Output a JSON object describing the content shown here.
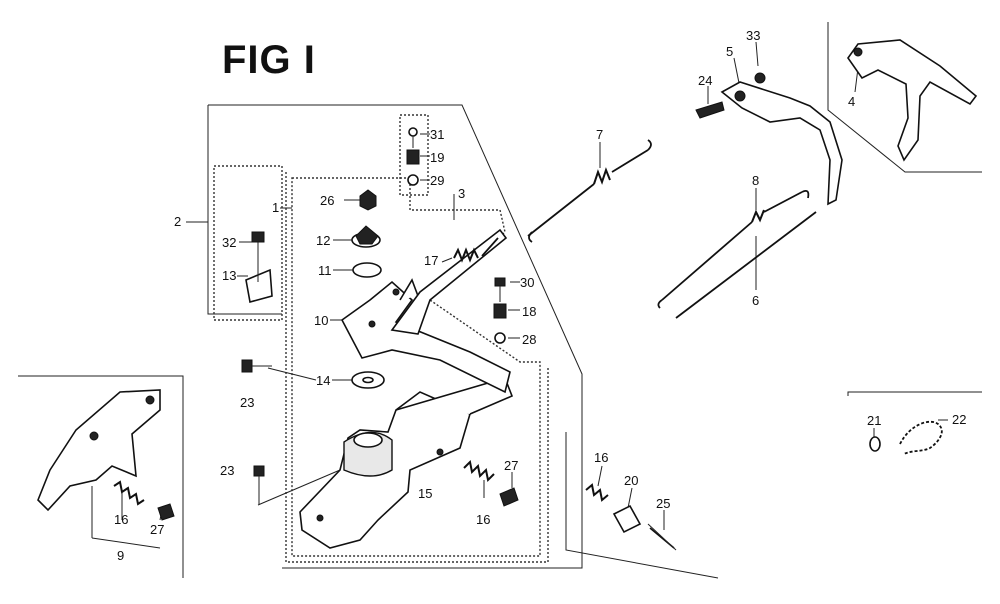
{
  "figure": {
    "title": "FIG I"
  },
  "callouts": [
    {
      "id": "c1",
      "label": "1"
    },
    {
      "id": "c2",
      "label": "2"
    },
    {
      "id": "c3",
      "label": "3"
    },
    {
      "id": "c4",
      "label": "4"
    },
    {
      "id": "c5",
      "label": "5"
    },
    {
      "id": "c6",
      "label": "6"
    },
    {
      "id": "c7",
      "label": "7"
    },
    {
      "id": "c8",
      "label": "8"
    },
    {
      "id": "c9",
      "label": "9"
    },
    {
      "id": "c10",
      "label": "10"
    },
    {
      "id": "c11",
      "label": "11"
    },
    {
      "id": "c12",
      "label": "12"
    },
    {
      "id": "c13",
      "label": "13"
    },
    {
      "id": "c14",
      "label": "14"
    },
    {
      "id": "c15",
      "label": "15"
    },
    {
      "id": "c16a",
      "label": "16"
    },
    {
      "id": "c16b",
      "label": "16"
    },
    {
      "id": "c16c",
      "label": "16"
    },
    {
      "id": "c17",
      "label": "17"
    },
    {
      "id": "c18",
      "label": "18"
    },
    {
      "id": "c19",
      "label": "19"
    },
    {
      "id": "c20",
      "label": "20"
    },
    {
      "id": "c21",
      "label": "21"
    },
    {
      "id": "c22",
      "label": "22"
    },
    {
      "id": "c23a",
      "label": "23"
    },
    {
      "id": "c23b",
      "label": "23"
    },
    {
      "id": "c24",
      "label": "24"
    },
    {
      "id": "c25",
      "label": "25"
    },
    {
      "id": "c26",
      "label": "26"
    },
    {
      "id": "c27a",
      "label": "27"
    },
    {
      "id": "c27b",
      "label": "27"
    },
    {
      "id": "c28",
      "label": "28"
    },
    {
      "id": "c29",
      "label": "29"
    },
    {
      "id": "c30",
      "label": "30"
    },
    {
      "id": "c31",
      "label": "31"
    },
    {
      "id": "c32",
      "label": "32"
    },
    {
      "id": "c33",
      "label": "33"
    }
  ]
}
